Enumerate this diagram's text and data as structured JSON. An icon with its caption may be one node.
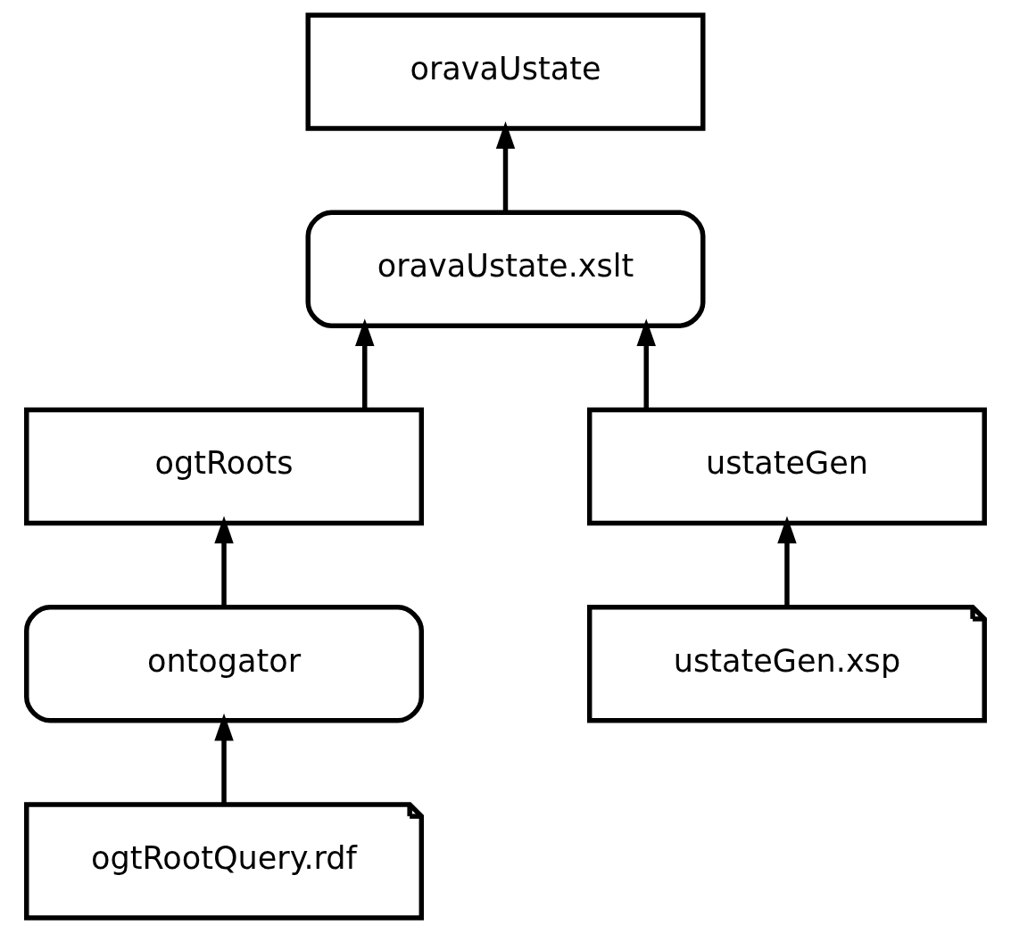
{
  "diagram": {
    "nodes": [
      {
        "text": [
          "oravaUstate"
        ]
      },
      {
        "text": [
          "oravaUstate.xslt"
        ]
      },
      {
        "text": [
          "ogtRoots"
        ]
      },
      {
        "text": [
          "ustateGen"
        ]
      },
      {
        "text": [
          "ontogator"
        ]
      },
      {
        "text": [
          "ustateGen.xsp"
        ]
      },
      {
        "text": [
          "ogtRootQuery.rdf"
        ]
      }
    ],
    "edges": [
      {
        "from": 1,
        "to": 0,
        "arrow": "to"
      },
      {
        "from": 2,
        "to": 1,
        "arrow": "to"
      },
      {
        "from": 3,
        "to": 1,
        "arrow": "to"
      },
      {
        "from": 4,
        "to": 2,
        "arrow": "to"
      },
      {
        "from": 5,
        "to": 3,
        "arrow": "to"
      },
      {
        "from": 6,
        "to": 4,
        "arrow": "to"
      }
    ]
  }
}
